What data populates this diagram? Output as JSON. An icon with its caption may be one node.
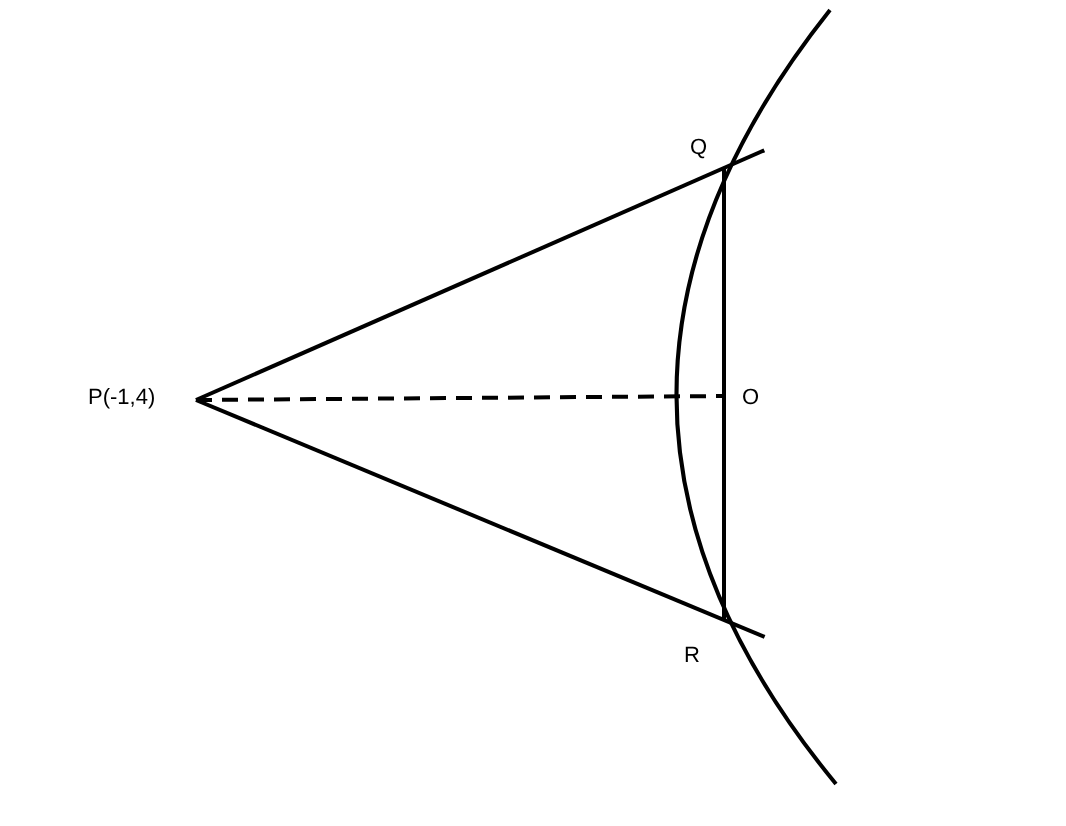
{
  "diagram": {
    "nodes": [
      {
        "text": [
          "P(-1,4)"
        ]
      },
      {
        "text": [
          "Q"
        ]
      },
      {
        "text": [
          "O"
        ]
      },
      {
        "text": [
          "R"
        ]
      }
    ],
    "edges": [
      {
        "from": 0,
        "to": 1,
        "arrow": "none"
      },
      {
        "from": 0,
        "to": 3,
        "arrow": "none"
      },
      {
        "from": 1,
        "to": 3,
        "arrow": "none"
      },
      {
        "from": 0,
        "to": 2,
        "arrow": "none",
        "style": "dashed"
      }
    ]
  }
}
